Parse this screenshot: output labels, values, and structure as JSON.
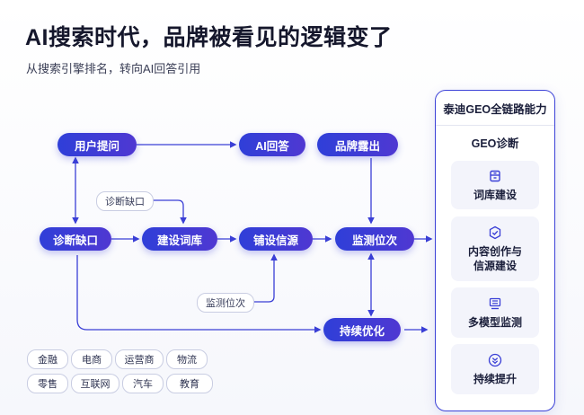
{
  "header": {
    "title": "AI搜索时代，品牌被看见的逻辑变了",
    "subtitle": "从搜索引擎排名，转向AI回答引用"
  },
  "flow": {
    "user_question": "用户提问",
    "ai_answer": "AI回答",
    "brand_exposure": "品牌露出",
    "diagnose_gap": "诊断缺口",
    "build_lexicon": "建设词库",
    "lay_sources": "铺设信源",
    "monitor_position": "监测位次",
    "continuous_optimize": "持续优化",
    "tag_diagnose_gap": "诊断缺口",
    "tag_monitor_position": "监测位次"
  },
  "industries": [
    "金融",
    "电商",
    "运营商",
    "物流",
    "零售",
    "互联网",
    "汽车",
    "教育"
  ],
  "panel": {
    "title": "泰迪GEO全链路能力",
    "subtitle": "GEO诊断",
    "cards": [
      {
        "label": "词库建设",
        "icon": "storage-icon"
      },
      {
        "label": "内容创作与\n信源建设",
        "icon": "check-shield-icon"
      },
      {
        "label": "多模型监测",
        "icon": "monitor-list-icon"
      },
      {
        "label": "持续提升",
        "icon": "double-chevron-down-icon"
      }
    ]
  },
  "colors": {
    "accent": "#3a3fd6",
    "pill_start": "#2f3fd8",
    "pill_end": "#4f38d2",
    "panel_border": "#3d43d8"
  }
}
